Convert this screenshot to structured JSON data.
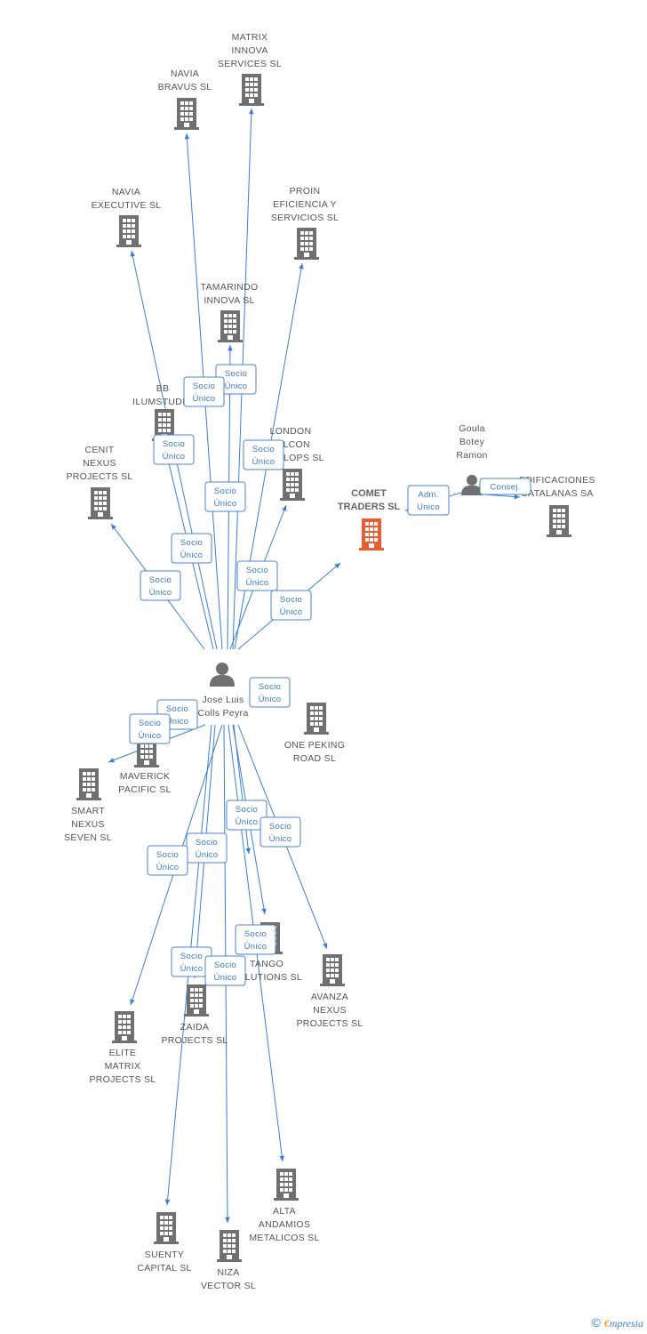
{
  "colors": {
    "edge": "#3a7fd6",
    "building": "#707070",
    "building_focus": "#f05a30",
    "person": "#707070",
    "tag": "#3a78c8"
  },
  "center_person": {
    "lines": [
      "Jose Luis",
      "Colls Peyra"
    ]
  },
  "focus_company": {
    "lines": [
      "COMET",
      "TRADERS SL"
    ]
  },
  "person2": {
    "lines": [
      "Goula",
      "Botey",
      "Ramon"
    ]
  },
  "companies": [
    {
      "id": "matrix",
      "lines": [
        "MATRIX",
        "INNOVA",
        "SERVICES SL"
      ]
    },
    {
      "id": "navia_bravus",
      "lines": [
        "NAVIA",
        "BRAVUS SL"
      ]
    },
    {
      "id": "navia_exec",
      "lines": [
        "NAVIA",
        "EXECUTIVE SL"
      ]
    },
    {
      "id": "proin",
      "lines": [
        "PROIN",
        "EFICIENCIA Y",
        "SERVICIOS SL"
      ]
    },
    {
      "id": "tamarindo",
      "lines": [
        "TAMARINDO",
        "INNOVA SL"
      ]
    },
    {
      "id": "bb",
      "lines": [
        "BB",
        "ILUMSTUDIO"
      ]
    },
    {
      "id": "london",
      "lines": [
        "LONDON",
        "FALCON",
        "DEVELOPS SL"
      ]
    },
    {
      "id": "cenit",
      "lines": [
        "CENIT",
        "NEXUS",
        "PROJECTS SL"
      ]
    },
    {
      "id": "edificaciones",
      "lines": [
        "EDIFICACIONES",
        "CATALANAS SA"
      ]
    },
    {
      "id": "one_peking",
      "lines": [
        "ONE PEKING",
        "ROAD SL"
      ]
    },
    {
      "id": "maverick",
      "lines": [
        "MAVERICK",
        "PACIFIC SL"
      ]
    },
    {
      "id": "smart",
      "lines": [
        "SMART",
        "NEXUS",
        "SEVEN SL"
      ]
    },
    {
      "id": "tango",
      "lines": [
        "TANGO",
        "SOLUTIONS SL"
      ]
    },
    {
      "id": "avanza",
      "lines": [
        "AVANZA",
        "NEXUS",
        "PROJECTS SL"
      ]
    },
    {
      "id": "zaida",
      "lines": [
        "ZAIDA",
        "PROJECTS SL"
      ]
    },
    {
      "id": "elite",
      "lines": [
        "ELITE",
        "MATRIX",
        "PROJECTS SL"
      ]
    },
    {
      "id": "alta",
      "lines": [
        "ALTA",
        "ANDAMIOS",
        "METALICOS SL"
      ]
    },
    {
      "id": "suenty",
      "lines": [
        "SUENTY",
        "CAPITAL SL"
      ]
    },
    {
      "id": "niza",
      "lines": [
        "NIZA",
        "VECTOR SL"
      ]
    }
  ],
  "tags": {
    "socio_unico": [
      "Socio",
      "Único"
    ],
    "adm_unico": [
      "Adm.",
      "Unico"
    ],
    "consej": [
      "Consej."
    ]
  },
  "footer": {
    "copyright": "©",
    "brand_e": "€",
    "brand_rest": "mpresia"
  }
}
